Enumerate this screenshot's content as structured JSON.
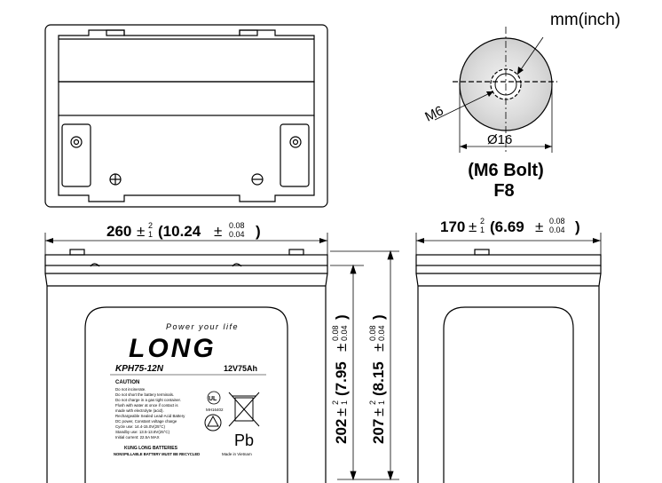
{
  "units_label": "mm(inch)",
  "terminal": {
    "bolt_label": "(M6 Bolt)",
    "code": "F8",
    "thread": "M6",
    "diameter": "Ø16"
  },
  "dimensions": {
    "length": {
      "main": "260",
      "tol_plus": "2",
      "tol_minus": "1",
      "inch": "(10.24",
      "in_tol_plus": "0.08",
      "in_tol_minus": "0.04",
      "close": ")"
    },
    "width": {
      "main": "170",
      "tol_plus": "2",
      "tol_minus": "1",
      "inch": "(6.69",
      "in_tol_plus": "0.08",
      "in_tol_minus": "0.04",
      "close": ")"
    },
    "height_container": {
      "main": "202",
      "tol_plus": "2",
      "tol_minus": "1",
      "inch": "(7.95",
      "in_tol_plus": "0.08",
      "in_tol_minus": "0.04",
      "close": ")"
    },
    "height_total": {
      "main": "207",
      "tol_plus": "2",
      "tol_minus": "1",
      "inch": "(8.15",
      "in_tol_plus": "0.08",
      "in_tol_minus": "0.04",
      "close": ")"
    },
    "pm": "±"
  },
  "label": {
    "brand": "LONG",
    "tagline": "Power your life",
    "model": "KPH75-12N",
    "rating": "12V75Ah",
    "caution_title": "CAUTION",
    "caution_lines": [
      "Do not incinerate.",
      "Do not short the battery terminals.",
      "Do not charge in a gas tight container.",
      "Flush with water at once if contact is",
      "made with electrolyte (acid).",
      "Rechargeable Sealed Lead-Acid Battery",
      "DC power, Constant voltage charge",
      "Cycle use: 14.4-15.0V(25°C)",
      "Standby use: 13.5-13.8V(25°C)",
      "Initial current: 22.5A MAX"
    ],
    "ul_mark": "MH16402",
    "pb": "Pb",
    "maker": "KUNG LONG BATTERIES",
    "recycle": "NONSPILLABLE BATTERY MUST BE RECYCLED",
    "origin": "Made in Vietnam"
  }
}
